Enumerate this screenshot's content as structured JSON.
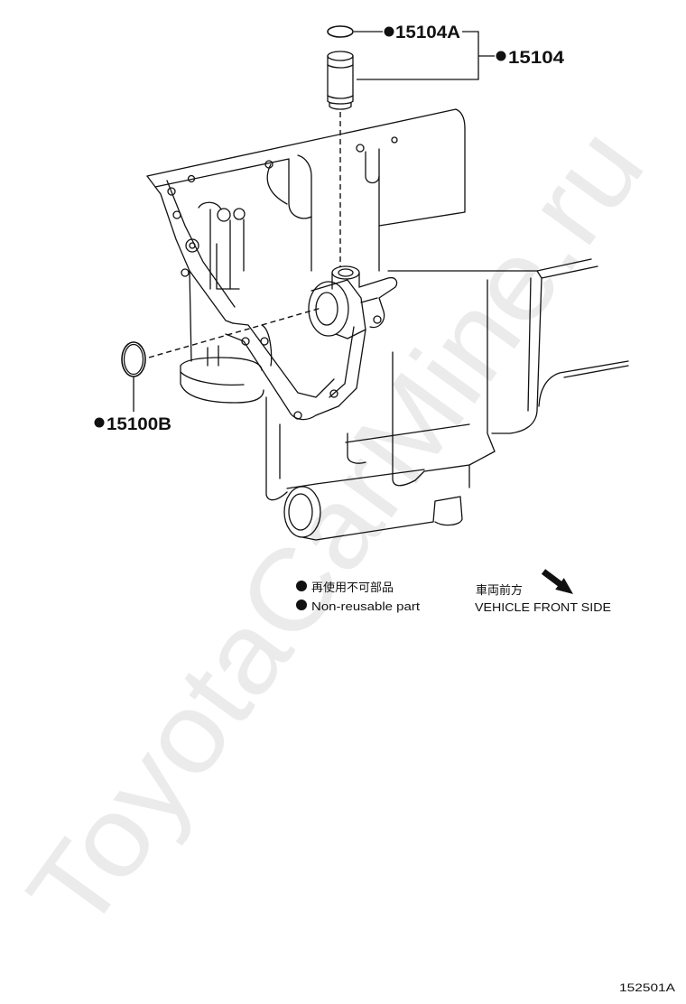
{
  "parts": {
    "oring_top": {
      "code": "15104A",
      "non_reusable": true
    },
    "filter": {
      "code": "15104",
      "non_reusable": true
    },
    "oring_side": {
      "code": "15100B",
      "non_reusable": true
    }
  },
  "legend": {
    "jp": "再使用不可部品",
    "en": "Non-reusable part",
    "marker_icon": "filled-circle-icon"
  },
  "orientation": {
    "jp": "車両前方",
    "en": "VEHICLE FRONT SIDE",
    "icon": "arrow-down-right-icon"
  },
  "figure_id": "152501A",
  "watermark": "ToyotaCarMine.ru",
  "colors": {
    "ink": "#111111",
    "watermark": "#ebebeb",
    "background": "#ffffff"
  }
}
